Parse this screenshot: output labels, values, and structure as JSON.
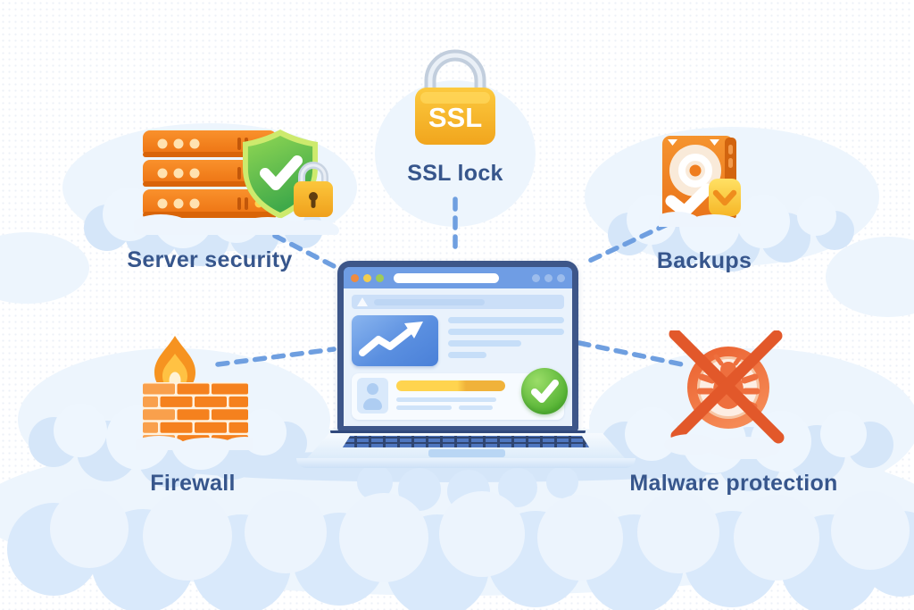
{
  "nodes": [
    {
      "label": "Server security",
      "icon": "server-shield-lock-icon",
      "position": "top-left"
    },
    {
      "label": "SSL lock",
      "icon": "ssl-padlock-icon",
      "badge_text": "SSL",
      "position": "top-center"
    },
    {
      "label": "Backups",
      "icon": "hard-drive-backup-icon",
      "position": "top-right"
    },
    {
      "label": "Firewall",
      "icon": "brick-wall-flame-icon",
      "position": "bottom-left"
    },
    {
      "label": "Malware protection",
      "icon": "bug-crossed-out-icon",
      "position": "bottom-right"
    }
  ],
  "center": {
    "icon": "laptop-browser-icon"
  },
  "colors": {
    "label_text": "#37568c",
    "connector_dash": "#6f9fe0",
    "orange_primary": "#f5821f",
    "orange_dark": "#e06a10",
    "gold_lock": "#f6b82c",
    "shield_green": "#55b74a",
    "check_green": "#5cb637",
    "laptop_frame_blue": "#3d5689",
    "browser_bar_blue": "#6f9de4",
    "cloud_light": "#e8f2fd",
    "cloud_mid": "#cfe2f8"
  }
}
